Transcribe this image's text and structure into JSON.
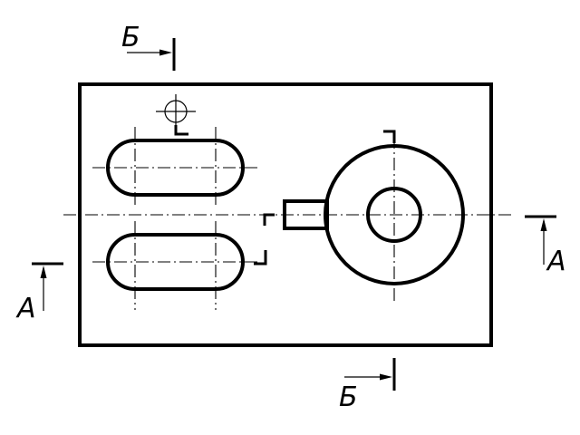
{
  "section_labels": {
    "a_left": "A",
    "a_right": "A",
    "b_top": "Б",
    "b_bottom": "Б"
  }
}
